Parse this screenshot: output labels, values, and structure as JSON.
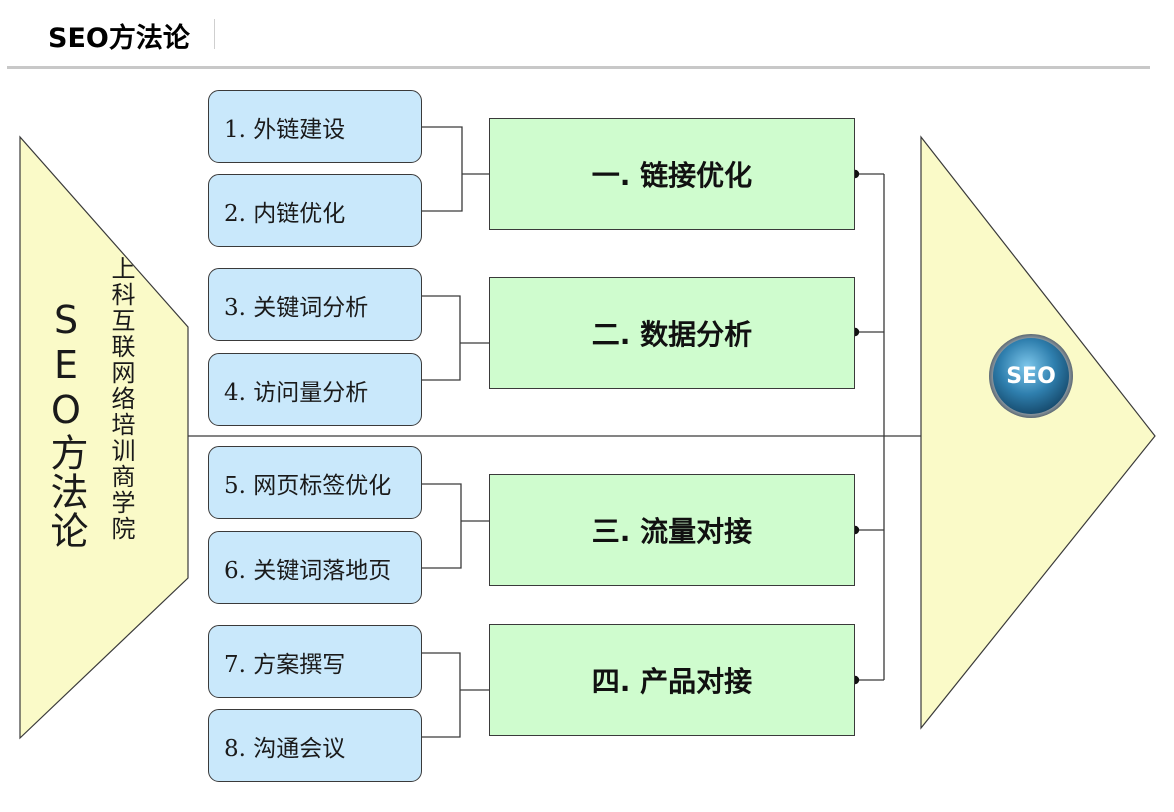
{
  "header": {
    "title": "SEO方法论"
  },
  "left_panel": {
    "title": "SEO方法论",
    "subtitle": "上科互联网络培训商学院"
  },
  "items": [
    {
      "label": "1. 外链建设"
    },
    {
      "label": "2. 内链优化"
    },
    {
      "label": "3. 关键词分析"
    },
    {
      "label": "4. 访问量分析"
    },
    {
      "label": "5. 网页标签优化"
    },
    {
      "label": "6. 关键词落地页"
    },
    {
      "label": "7. 方案撰写"
    },
    {
      "label": "8. 沟通会议"
    }
  ],
  "categories": [
    {
      "label": "一.  链接优化"
    },
    {
      "label": "二.  数据分析"
    },
    {
      "label": "三.  流量对接"
    },
    {
      "label": "四.  产品对接"
    }
  ],
  "badge": {
    "text": "SEO"
  },
  "colors": {
    "item_fill": "#c9e8fb",
    "category_fill": "#cffcce",
    "arrow_fill": "#fafac8",
    "badge_fill": "#2a6e93"
  }
}
